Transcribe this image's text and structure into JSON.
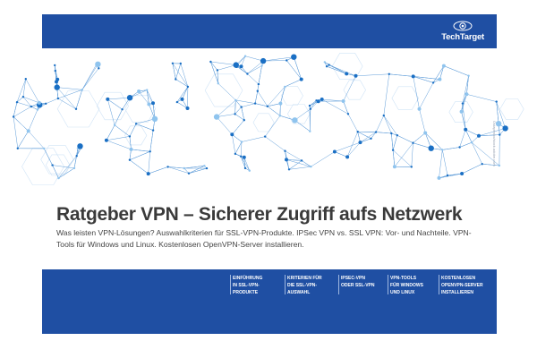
{
  "header": {
    "brand": "TechTarget"
  },
  "image_credit": "Ostapenko/stock.adobe.com",
  "title": "Ratgeber VPN – Sicherer Zugriff aufs Netzwerk",
  "description": "Was leisten VPN-Lösungen? Auswahlkriterien für SSL-VPN-Produkte. IPSec VPN vs. SSL VPN: Vor- und Nachteile. VPN-Tools für Windows und Linux. Kostenlosen OpenVPN-Server installieren.",
  "colors": {
    "brand_blue": "#1f4fa3",
    "network_blue": "#1a6fc4",
    "network_light": "#8fc4ee"
  },
  "nav": [
    {
      "line1": "Einführung",
      "line2": "in SSL-VPN-",
      "line3": "Produkte"
    },
    {
      "line1": "Kriterien für",
      "line2": "die SSL-VPN-",
      "line3": "Auswahl"
    },
    {
      "line1": "IPSec-VPN",
      "line2": "oder SSL-VPN",
      "line3": ""
    },
    {
      "line1": "VPN-Tools",
      "line2": "für Windows",
      "line3": "und Linux"
    },
    {
      "line1": "Kostenlosen",
      "line2": "OpenVPN-Server",
      "line3": "installieren"
    }
  ]
}
